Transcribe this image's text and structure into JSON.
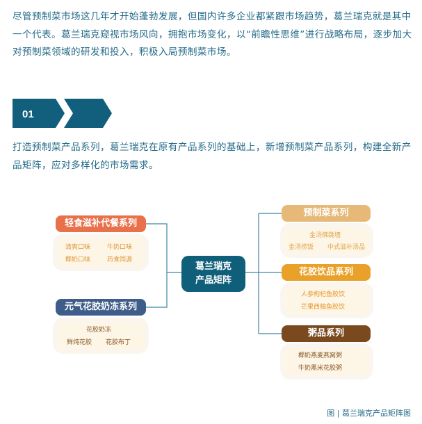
{
  "paragraphs": {
    "intro": "尽管预制菜市场这几年才开始蓬勃发展，但国内许多企业都紧跟市场趋势，葛兰瑞克就是其中一个代表。葛兰瑞克窥视市场风向，拥抱市场变化，以“前瞻性思维”进行战略布局，逐步加大对预制菜领域的研发和投入，积极入局预制菜市场。",
    "point": "打造预制菜产品系列，葛兰瑞克在原有产品系列的基础上，新增预制菜产品系列，构建全新产品矩阵，应对多样化的市场需求。"
  },
  "banner": {
    "number": "01"
  },
  "mindmap": {
    "center": {
      "line1": "葛兰瑞克",
      "line2": "产品矩阵"
    },
    "left": [
      {
        "title": "轻食滋补代餐系列",
        "items": [
          "清爽口味",
          "牛奶口味",
          "椰奶口味",
          "药食同源"
        ]
      },
      {
        "title": "元气花胶奶冻系列",
        "items": [
          "花胶奶冻",
          "鲜炖花胶",
          "花胶布丁"
        ]
      }
    ],
    "right": [
      {
        "title": "预制菜系列",
        "items": [
          "金汤佛跳墙",
          "金汤捞饭",
          "中式滋补汤品"
        ]
      },
      {
        "title": "花胶饮品系列",
        "items": [
          "人参枸杞鱼胶饮",
          "芒果西柚鱼胶饮"
        ]
      },
      {
        "title": "粥品系列",
        "items": [
          "椰奶燕麦燕窝粥",
          "牛奶黑米花胶粥"
        ]
      }
    ]
  },
  "caption": "图 | 葛兰瑞克产品矩阵图",
  "colors": {
    "text": "#236a88",
    "center": "#105f7a",
    "orange_red": "#e8704a",
    "navy": "#3f5d8a",
    "tan": "#e6b978",
    "amber": "#eaa12a",
    "brown": "#7a4a1e"
  }
}
